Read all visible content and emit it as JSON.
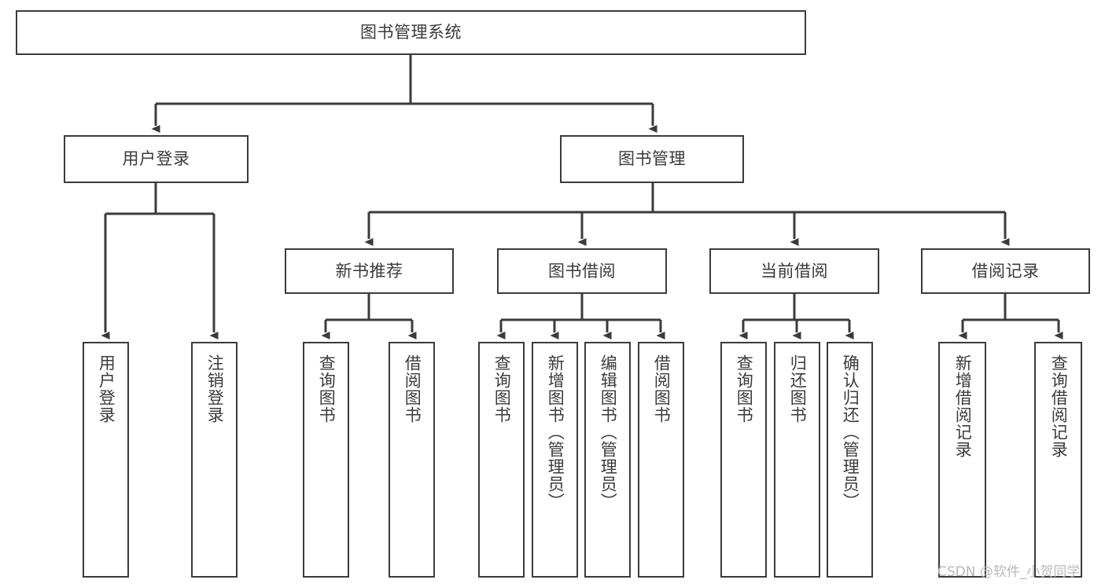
{
  "diagram": {
    "type": "hierarchy-tree",
    "title": "图书管理系统",
    "watermark": "CSDN @软件_小贺同学",
    "colors": {
      "border": "#3b3b3b",
      "text": "#3b3b3b",
      "background": "#ffffff",
      "edge": "#3b3b3b",
      "watermark": "#b9b9b9"
    },
    "nodes": {
      "root": {
        "label": "图书管理系统"
      },
      "level1": [
        {
          "id": "user-login",
          "label": "用户登录"
        },
        {
          "id": "book-manage",
          "label": "图书管理"
        }
      ],
      "level2": [
        {
          "id": "new-book-recommend",
          "label": "新书推荐"
        },
        {
          "id": "book-borrow",
          "label": "图书借阅"
        },
        {
          "id": "current-borrow",
          "label": "当前借阅"
        },
        {
          "id": "borrow-record",
          "label": "借阅记录"
        }
      ],
      "leaves": {
        "user_login": [
          {
            "id": "leaf-user-login",
            "label": "用户登录"
          },
          {
            "id": "leaf-logout-login",
            "label": "注销登录"
          }
        ],
        "new_book_recommend": [
          {
            "id": "leaf-query-book-1",
            "label": "查询图书"
          },
          {
            "id": "leaf-borrow-book-1",
            "label": "借阅图书"
          }
        ],
        "book_borrow": [
          {
            "id": "leaf-query-book-2",
            "label": "查询图书"
          },
          {
            "id": "leaf-add-book",
            "label": "新增图书（管理员）"
          },
          {
            "id": "leaf-edit-book",
            "label": "编辑图书（管理员）"
          },
          {
            "id": "leaf-borrow-book-2",
            "label": "借阅图书"
          }
        ],
        "current_borrow": [
          {
            "id": "leaf-query-book-3",
            "label": "查询图书"
          },
          {
            "id": "leaf-return-book",
            "label": "归还图书"
          },
          {
            "id": "leaf-confirm-return",
            "label": "确认归还（管理员）"
          }
        ],
        "borrow_record": [
          {
            "id": "leaf-add-borrow-record",
            "label": "新增借阅记录"
          },
          {
            "id": "leaf-query-borrow-record",
            "label": "查询借阅记录"
          }
        ]
      }
    }
  }
}
